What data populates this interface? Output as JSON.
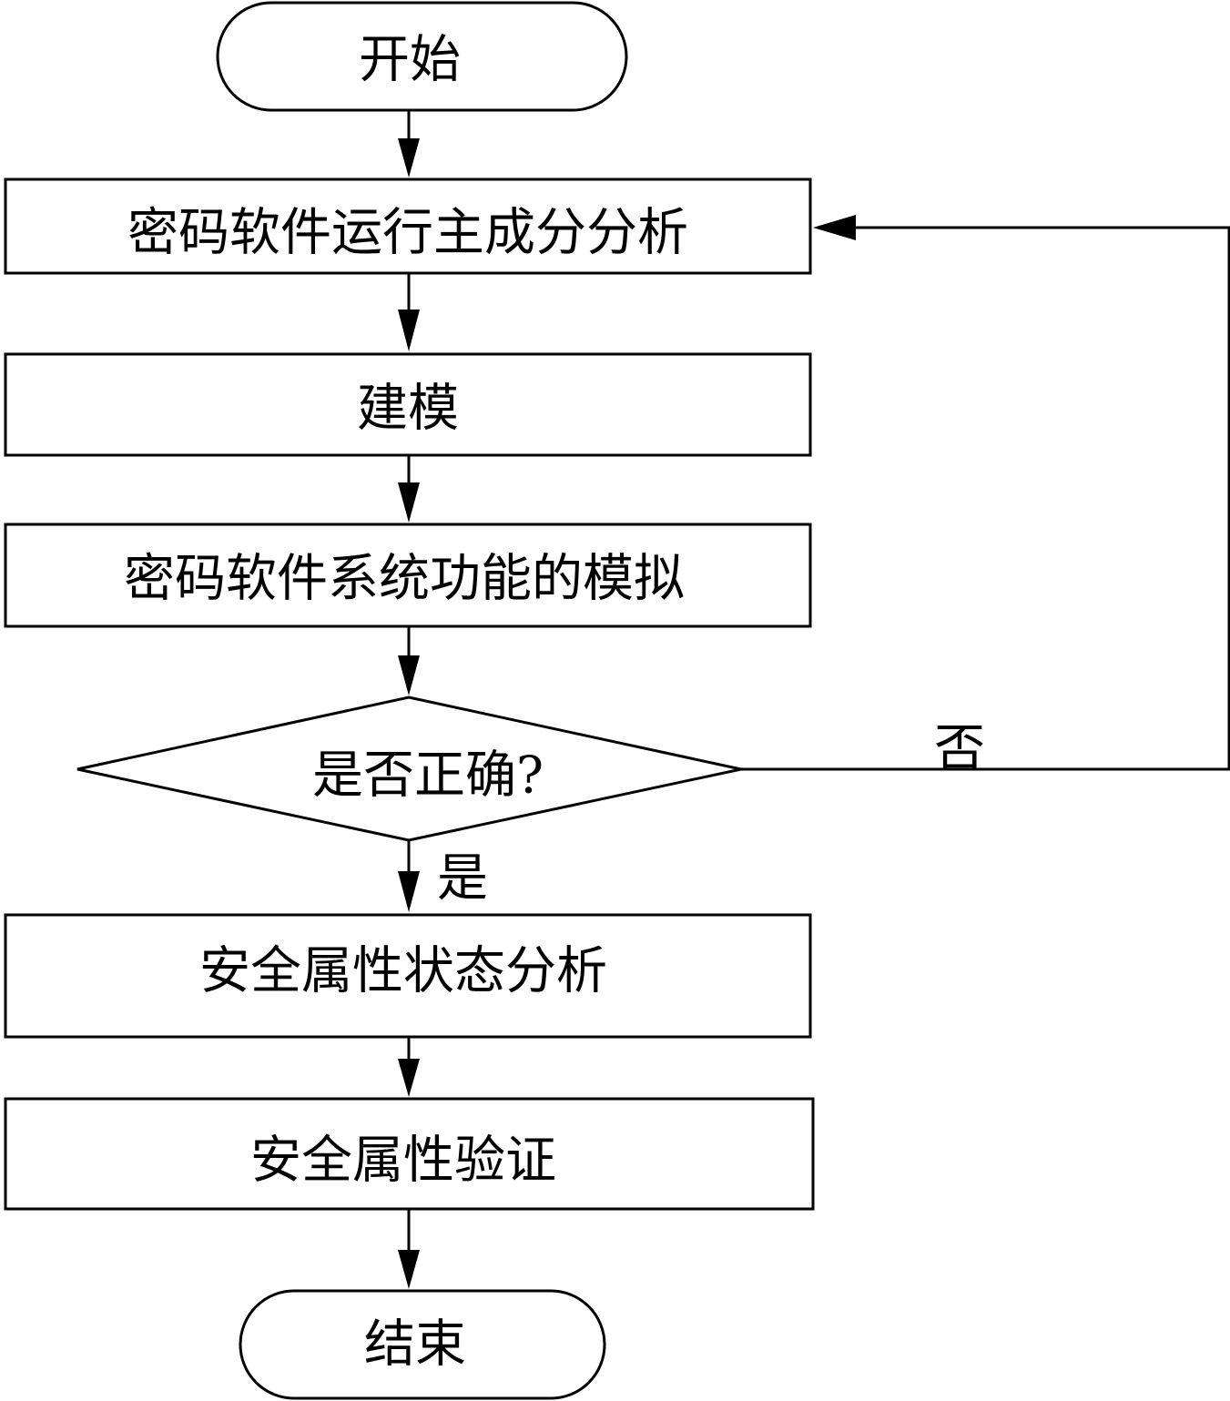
{
  "nodes": {
    "start": "开始",
    "main_component_analysis": "密码软件运行主成分分析",
    "modeling": "建模",
    "system_function_simulation": "密码软件系统功能的模拟",
    "decision": "是否正确?",
    "security_state_analysis": "安全属性状态分析",
    "security_verification": "安全属性验证",
    "end": "结束"
  },
  "edges": {
    "no_label": "否",
    "yes_label": "是"
  }
}
